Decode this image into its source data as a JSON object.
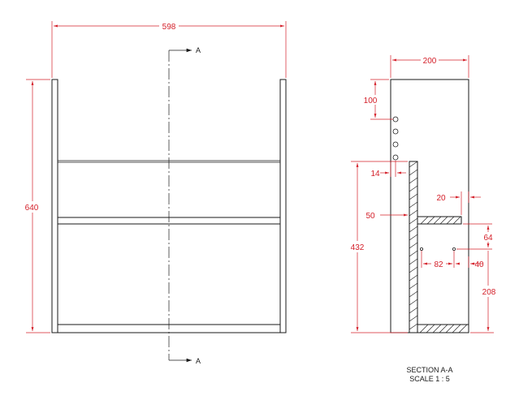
{
  "colors": {
    "line": "#1a1a1a",
    "dimension": "#d4202a",
    "background": "#ffffff"
  },
  "front_view": {
    "width_dim": "598",
    "height_dim": "640",
    "section_marker_top": "A",
    "section_marker_bottom": "A"
  },
  "section_view": {
    "depth_dim": "200",
    "hole_offset_dim": "100",
    "panel_offset_dim": "14",
    "shelf_setback_dim": "20",
    "back_thickness_dim": "50",
    "inner_height_dim": "432",
    "shelf_gap_dim": "64",
    "pin_spacing_dim": "82",
    "pin_edge_dim": "40",
    "lower_height_dim": "208",
    "caption_line1": "SECTION A-A",
    "caption_line2": "SCALE 1 : 5"
  }
}
